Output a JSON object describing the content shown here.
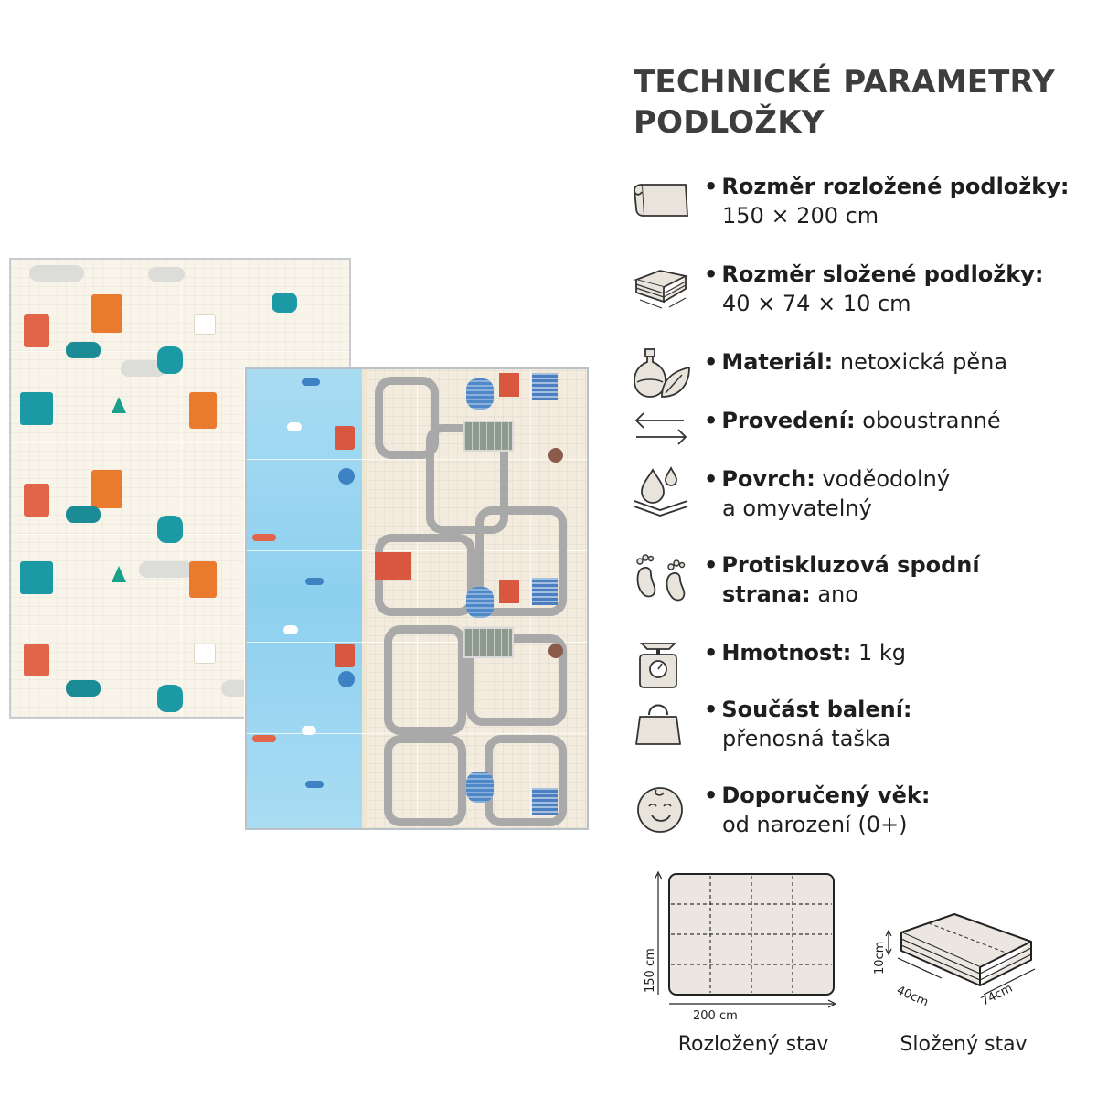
{
  "heading": {
    "line1": "TECHNICKÉ PARAMETRY",
    "line2": "PODLOŽKY"
  },
  "specs": [
    {
      "icon": "rolled-mat-icon",
      "label": "Rozměr rozložené podložky:",
      "value": "",
      "cont": "150 × 200 cm"
    },
    {
      "icon": "folded-mat-icon",
      "label": "Rozměr složené podložky:",
      "value": "",
      "cont": "40 × 74 × 10 cm"
    },
    {
      "icon": "bottle-leaf-icon",
      "label": "Materiál:",
      "value": "netoxická pěna",
      "cont": ""
    },
    {
      "icon": "double-arrow-icon",
      "label": "Provedení:",
      "value": "oboustranné",
      "cont": ""
    },
    {
      "icon": "water-drops-icon",
      "label": "Povrch:",
      "value": "voděodolný",
      "cont": "a omyvatelný"
    },
    {
      "icon": "footprints-icon",
      "label": "Protiskluzová spodní",
      "value": "",
      "cont_label": "strana:",
      "cont": "ano"
    },
    {
      "icon": "scale-icon",
      "label": "Hmotnost:",
      "value": "1 kg",
      "cont": ""
    },
    {
      "icon": "bag-icon",
      "label": "Součást balení:",
      "value": "",
      "cont": "přenosná taška"
    },
    {
      "icon": "baby-face-icon",
      "label": "Doporučený věk:",
      "value": "",
      "cont": "od narození (0+)"
    }
  ],
  "bullet": "•",
  "unfolded": {
    "width_label": "200 cm",
    "height_label": "150 cm",
    "caption": "Rozložený stav"
  },
  "folded": {
    "height_label": "10cm",
    "depth_label": "40cm",
    "length_label": "74cm",
    "caption": "Složený stav"
  },
  "colors": {
    "sky": "#8dd0ef",
    "road": "#a9a9a9",
    "mat_beige": "#f3ecde",
    "title": "#3d3d3d"
  }
}
